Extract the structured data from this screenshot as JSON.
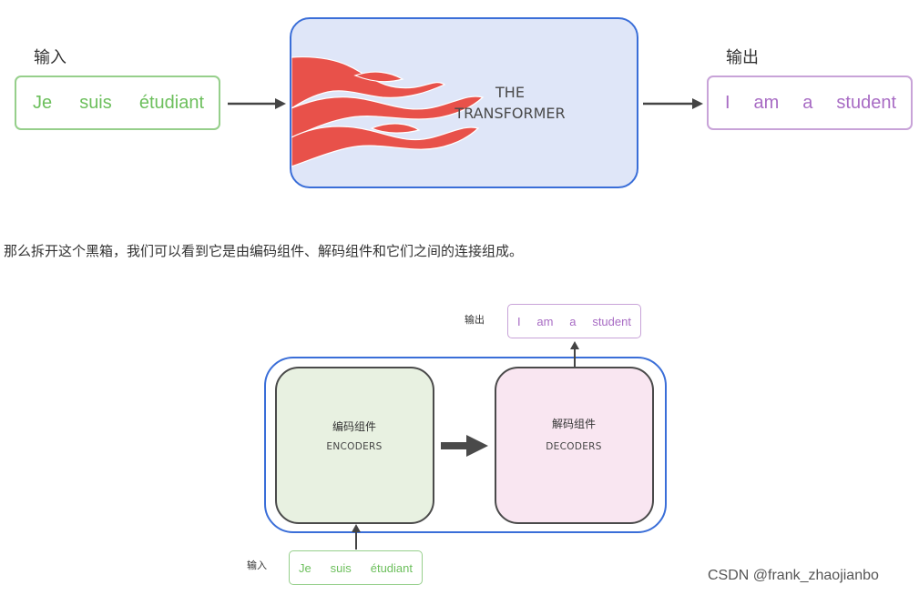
{
  "top": {
    "input_label": "输入",
    "output_label": "输出",
    "input_words": [
      "Je",
      "suis",
      "étudiant"
    ],
    "output_words": [
      "I",
      "am",
      "a",
      "student"
    ],
    "transformer_title": [
      "THE",
      "TRANSFORMER"
    ]
  },
  "sentence": "那么拆开这个黑箱，我们可以看到它是由编码组件、解码组件和它们之间的连接组成。",
  "bottom": {
    "input_label": "输入",
    "output_label": "输出",
    "input_words": [
      "Je",
      "suis",
      "étudiant"
    ],
    "output_words": [
      "I",
      "am",
      "a",
      "student"
    ],
    "encoder_cn": "编码组件",
    "encoder_en": "ENCODERS",
    "decoder_cn": "解码组件",
    "decoder_en": "DECODERS"
  },
  "watermark": "CSDN @frank_zhaojianbo",
  "colors": {
    "accent_blue": "#3a6ed8",
    "input_green": "#6cbf5c",
    "output_purple": "#a86cc4",
    "flame_red": "#e8514a",
    "encoder_fill": "#e8f1e1",
    "decoder_fill": "#f9e6f1",
    "transformer_fill": "#dfe6f8"
  }
}
